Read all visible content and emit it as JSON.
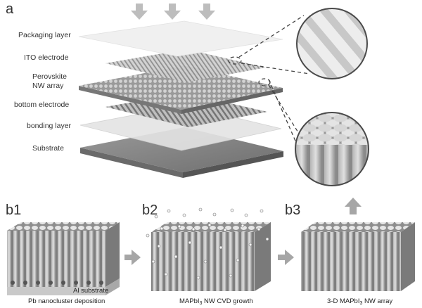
{
  "panel_a": {
    "label": "a",
    "layers": [
      {
        "id": "packaging",
        "label": "Packaging layer"
      },
      {
        "id": "ito",
        "label": "ITO electrode"
      },
      {
        "id": "perovskite_1",
        "label": "Perovskite"
      },
      {
        "id": "perovskite_2",
        "label": "NW array"
      },
      {
        "id": "bottom",
        "label": "bottom electrode"
      },
      {
        "id": "bonding",
        "label": "bonding layer"
      },
      {
        "id": "substrate",
        "label": "Substrate"
      }
    ]
  },
  "panel_b": {
    "b1": {
      "label": "b1",
      "caption": "Pb nanocluster deposition",
      "substrate_label": "Al substrate"
    },
    "b2": {
      "label": "b2",
      "caption_pre": "MAPbI",
      "caption_sub": "3",
      "caption_post": " NW CVD growth"
    },
    "b3": {
      "label": "b3",
      "caption_pre": "3-D MAPbI",
      "caption_sub": "3",
      "caption_post": " NW array"
    }
  },
  "colors": {
    "arrow": "#a6a6a6",
    "layer_dark": "#8a8a8a",
    "layer_light": "#d9d9d9"
  }
}
